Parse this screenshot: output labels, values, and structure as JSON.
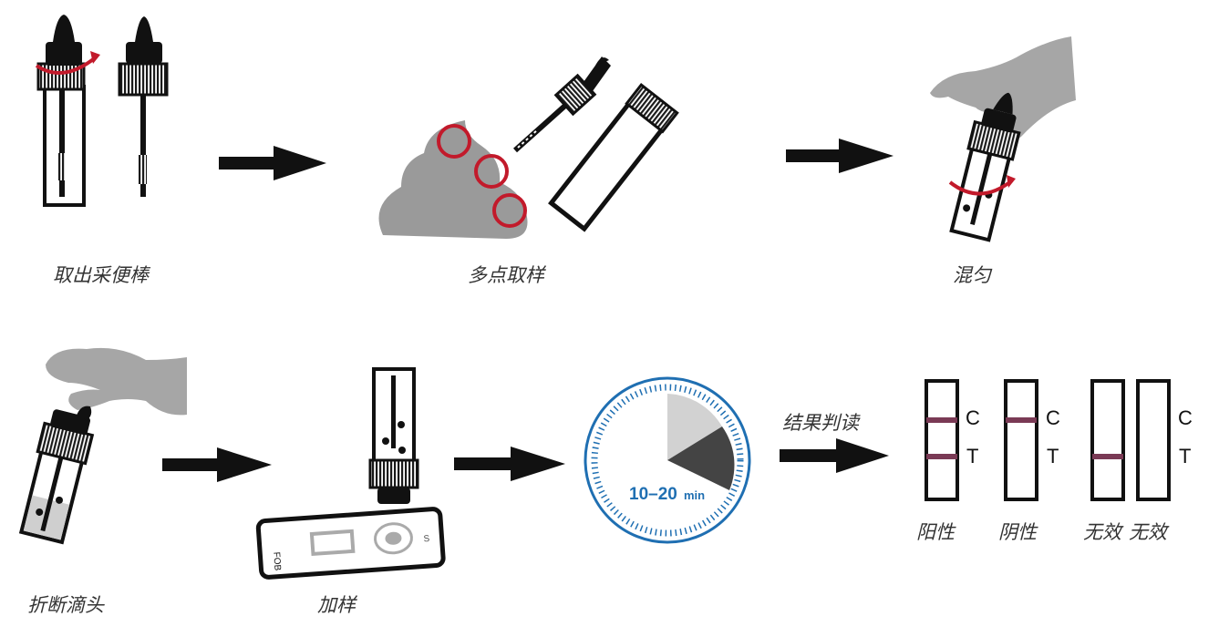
{
  "steps": {
    "s1": "取出采便棒",
    "s2": "多点取样",
    "s3": "混匀",
    "s4": "折断滴头",
    "s5": "加样",
    "s6": "结果判读"
  },
  "timer": {
    "range": "10–20",
    "unit": "min"
  },
  "results": {
    "c_label": "C",
    "t_label": "T",
    "positive": "阳性",
    "negative": "阴性",
    "invalid_1": "无效",
    "invalid_2": "无效"
  },
  "device_text": {
    "brand": "FOB",
    "sample_mark": "S"
  },
  "colors": {
    "line_band": "#7a3a55",
    "arrow": "#111111",
    "circle_red": "#c21a2b",
    "timer_blue": "#1f6fb2",
    "hand_gray": "#a6a6a6"
  }
}
